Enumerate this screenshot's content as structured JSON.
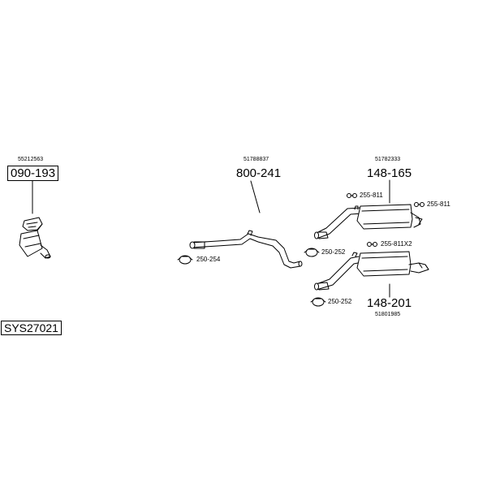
{
  "system": {
    "code": "SYS27021"
  },
  "parts": {
    "catalyst": {
      "oem": "55212563",
      "number": "090-193"
    },
    "middle_pipe": {
      "oem": "51788837",
      "number": "800-241"
    },
    "rear_silencer_a": {
      "oem": "51782333",
      "number": "148-165"
    },
    "rear_silencer_b": {
      "oem": "51801985",
      "number": "148-201"
    }
  },
  "accessories": {
    "clamp_middle": "250-254",
    "clamp_rear_a": "250-252",
    "clamp_rear_b": "250-252",
    "hanger_a_left": "255-811",
    "hanger_a_right": "255-811",
    "hanger_b": "255-811X2"
  },
  "icons": {
    "catalyst": "catalytic-converter-icon",
    "pipe": "exhaust-pipe-icon",
    "silencer": "rear-silencer-icon",
    "clamp": "pipe-clamp-icon",
    "hanger": "rubber-hanger-icon"
  }
}
